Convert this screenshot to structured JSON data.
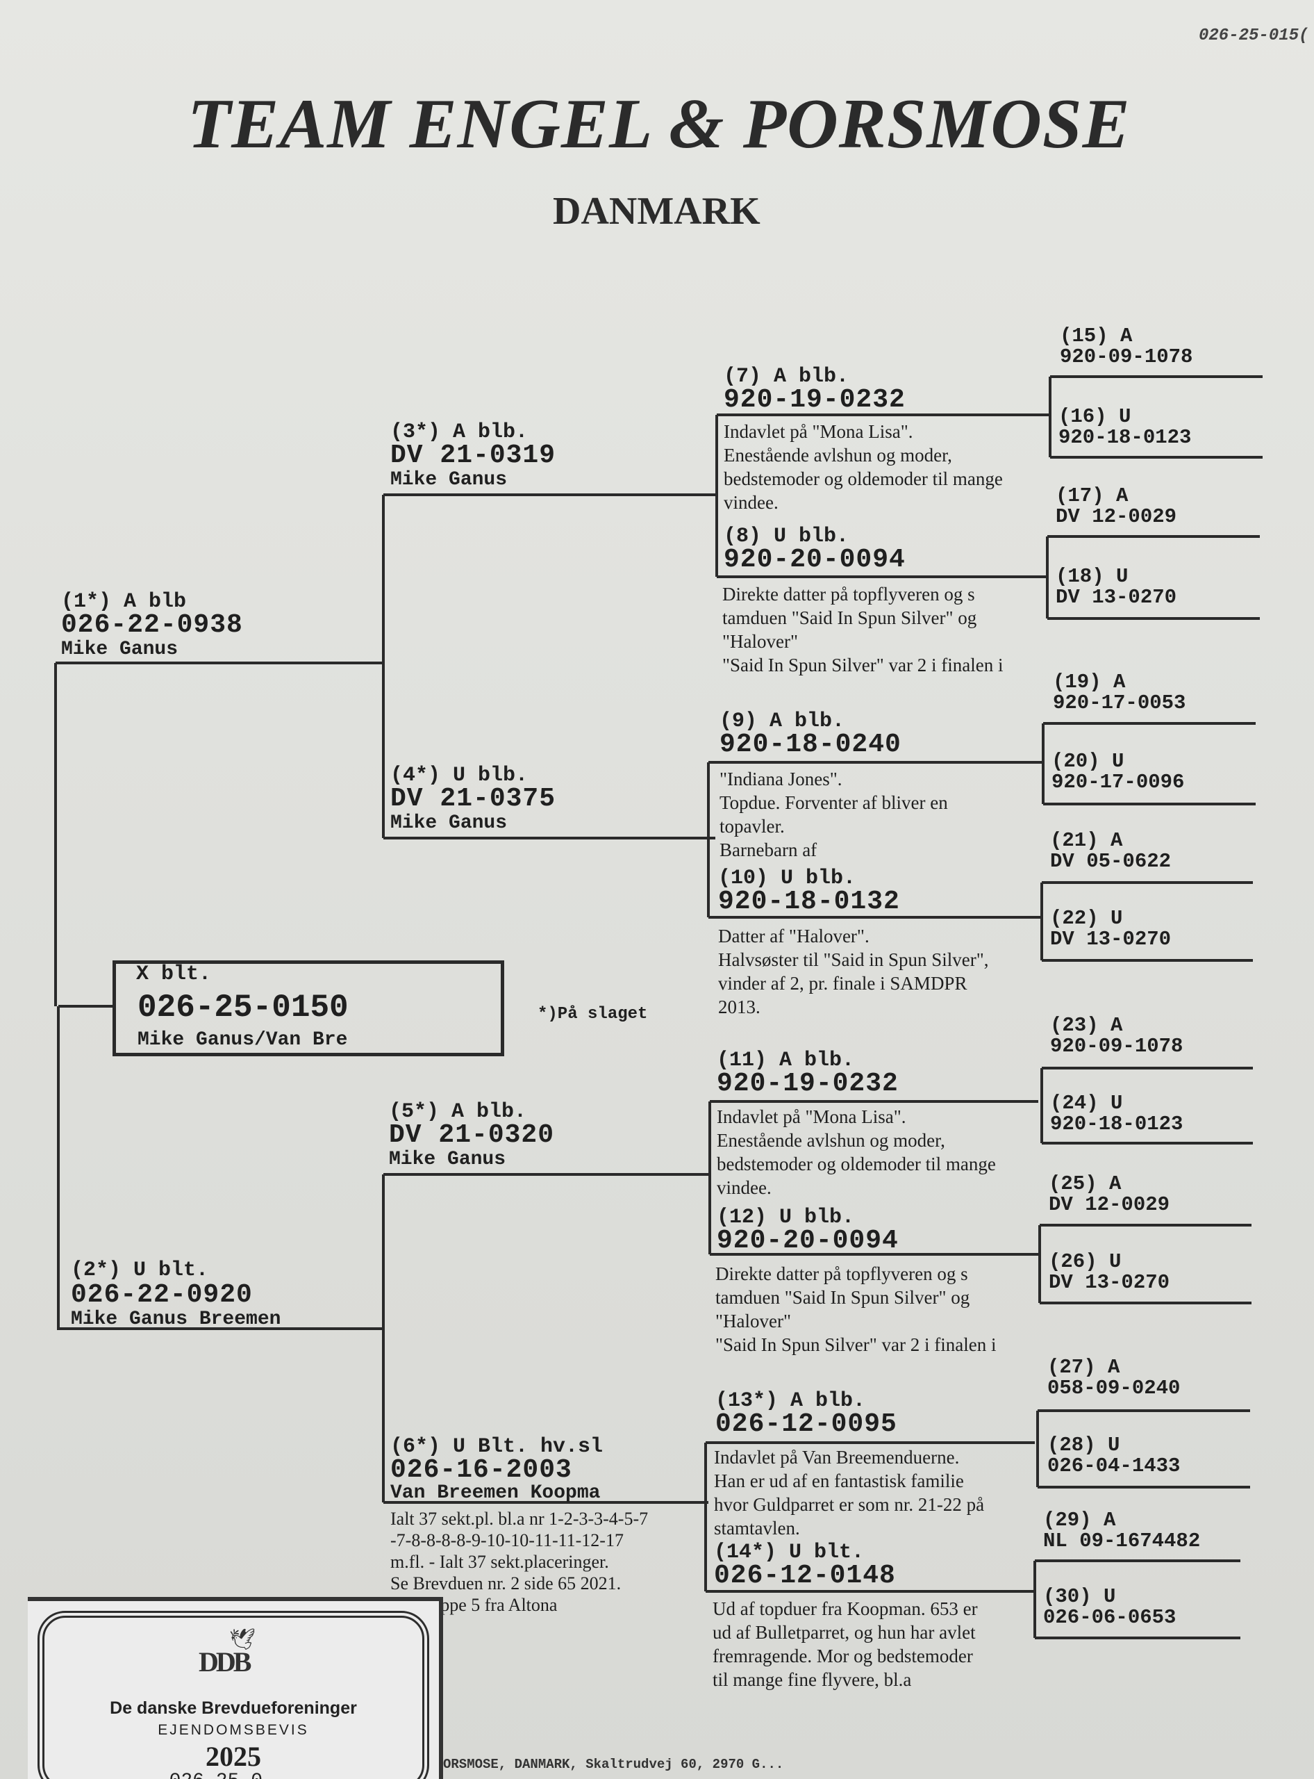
{
  "document_number": "026-25-015(",
  "title": "TEAM ENGEL &  PORSMOSE",
  "subtitle": "DANMARK",
  "subject": {
    "label": "X blt.",
    "ring": "026-25-0150",
    "owner": "Mike Ganus/Van Bre"
  },
  "note": "*)På slaget",
  "parents": {
    "p1": {
      "label": "(1*) A blb",
      "ring": "026-22-0938",
      "owner": "Mike Ganus"
    },
    "p2": {
      "label": "(2*) U blt.",
      "ring": "026-22-0920",
      "owner": "Mike Ganus Breemen"
    }
  },
  "grandparents": {
    "g3": {
      "label": "(3*) A blb.",
      "ring": "DV 21-0319",
      "owner": "Mike Ganus"
    },
    "g4": {
      "label": "(4*) U blb.",
      "ring": "DV 21-0375",
      "owner": "Mike Ganus"
    },
    "g5": {
      "label": "(5*) A blb.",
      "ring": "DV 21-0320",
      "owner": "Mike Ganus"
    },
    "g6": {
      "label": "(6*) U Blt. hv.sl",
      "ring": "026-16-2003",
      "owner": "Van Breemen Koopma",
      "text": "Ialt 37 sekt.pl. bl.a nr 1-2-3-3-4-5-7\n-7-8-8-8-8-9-10-10-11-11-12-17\nm.fl. - Ialt 37 sekt.placeringer.\nSe Brevduen nr. 2 side 65 2021.\nst i gruppe 5 fra Altona"
    }
  },
  "great_grandparents": {
    "gg7": {
      "label": "(7) A blb.",
      "ring": "920-19-0232",
      "text": "Indavlet på \"Mona Lisa\".\nEnestående avlshun og moder,\nbedstemoder og oldemoder til mange\nvindee."
    },
    "gg8": {
      "label": "(8) U blb.",
      "ring": "920-20-0094",
      "text": "Direkte datter på topflyveren og s\ntamduen \"Said In Spun Silver\" og\n\"Halover\"\n\"Said In Spun Silver\" var 2 i finalen i"
    },
    "gg9": {
      "label": "(9) A blb.",
      "ring": "920-18-0240",
      "text": "\"Indiana Jones\".\nTopdue. Forventer af bliver en\ntopavler.\nBarnebarn af"
    },
    "gg10": {
      "label": "(10) U blb.",
      "ring": "920-18-0132",
      "text": "Datter af \"Halover\".\nHalvsøster til \"Said in Spun Silver\",\nvinder af 2, pr. finale i SAMDPR\n2013."
    },
    "gg11": {
      "label": "(11) A blb.",
      "ring": "920-19-0232",
      "text": "Indavlet på \"Mona Lisa\".\nEnestående avlshun og moder,\nbedstemoder og oldemoder til mange\nvindee."
    },
    "gg12": {
      "label": "(12) U blb.",
      "ring": "920-20-0094",
      "text": "Direkte datter på topflyveren og s\ntamduen \"Said In Spun Silver\" og\n\"Halover\"\n\"Said In Spun Silver\" var 2 i finalen i"
    },
    "gg13": {
      "label": "(13*) A blb.",
      "ring": "026-12-0095",
      "text": "Indavlet på Van Breemenduerne.\nHan er ud af en fantastisk familie\nhvor Guldparret er som nr. 21-22 på\nstamtavlen."
    },
    "gg14": {
      "label": "(14*) U blt.",
      "ring": "026-12-0148",
      "text": "Ud af topduer fra Koopman. 653 er\nud af Bulletparret, og hun har avlet\nfremragende. Mor og bedstemoder\ntil mange fine flyvere, bl.a"
    }
  },
  "ancestors": [
    {
      "label": "(15) A",
      "ring": "920-09-1078"
    },
    {
      "label": "(16) U",
      "ring": "920-18-0123"
    },
    {
      "label": "(17) A",
      "ring": "DV 12-0029"
    },
    {
      "label": "(18) U",
      "ring": "DV 13-0270"
    },
    {
      "label": "(19) A",
      "ring": "920-17-0053"
    },
    {
      "label": "(20) U",
      "ring": "920-17-0096"
    },
    {
      "label": "(21) A",
      "ring": "DV 05-0622"
    },
    {
      "label": "(22) U",
      "ring": "DV 13-0270"
    },
    {
      "label": "(23) A",
      "ring": "920-09-1078"
    },
    {
      "label": "(24) U",
      "ring": "920-18-0123"
    },
    {
      "label": "(25) A",
      "ring": "DV 12-0029"
    },
    {
      "label": "(26) U",
      "ring": "DV 13-0270"
    },
    {
      "label": "(27) A",
      "ring": "058-09-0240"
    },
    {
      "label": "(28) U",
      "ring": "026-04-1433"
    },
    {
      "label": "(29) A",
      "ring": "NL 09-1674482"
    },
    {
      "label": "(30) U",
      "ring": "026-06-0653"
    }
  ],
  "stamp": {
    "logo": "DDB",
    "organization": "De danske Brevdueforeninger",
    "caption": "EJENDOMSBEVIS",
    "year": "2025",
    "ring_partial": "026-25-0..."
  },
  "footer": "ORSMOSE, DANMARK, Skaltrudvej 60, 2970 G..."
}
